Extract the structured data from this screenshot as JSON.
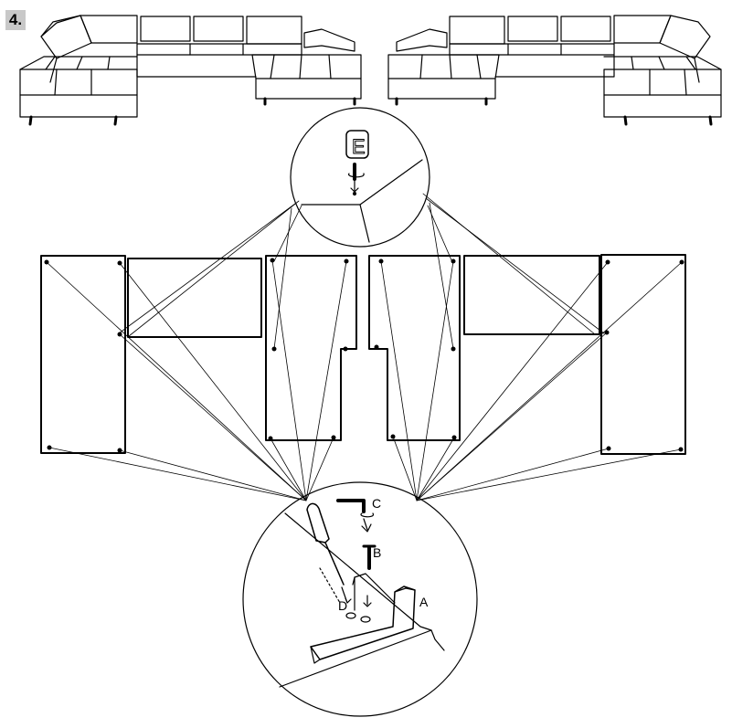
{
  "step": {
    "number": "4."
  },
  "callouts": {
    "top_part_letter": "E",
    "tool_letter": "C",
    "bolt_letter": "B",
    "screwdriver_letter": "D",
    "leg_letter": "A"
  },
  "colors": {
    "ink": "#000000",
    "paper": "#ffffff",
    "badge": "#c8c8c8"
  }
}
